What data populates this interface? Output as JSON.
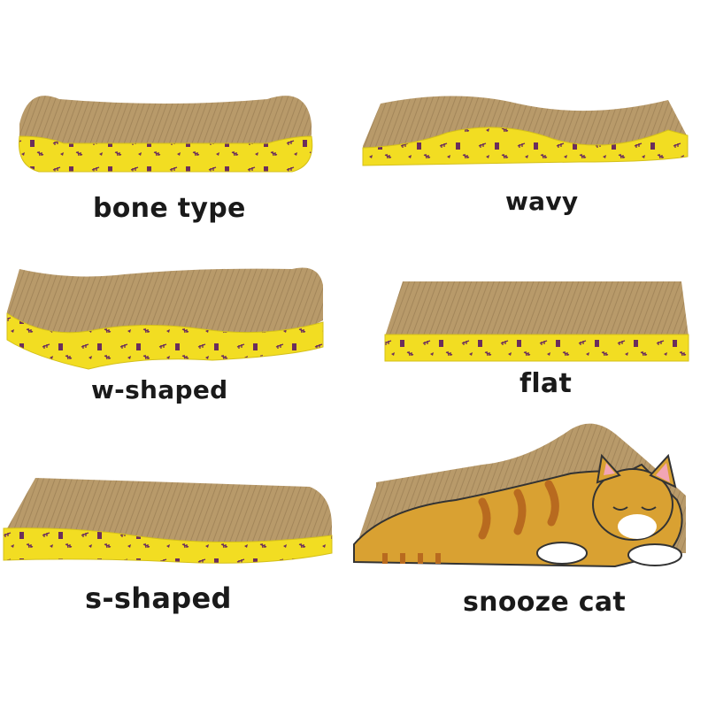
{
  "products": [
    {
      "id": "bone",
      "label": "bone type"
    },
    {
      "id": "wavy",
      "label": "wavy"
    },
    {
      "id": "w",
      "label": "w-shaped"
    },
    {
      "id": "flat",
      "label": "flat"
    },
    {
      "id": "s",
      "label": "s-shaped"
    },
    {
      "id": "cat",
      "label": "snooze cat"
    }
  ],
  "colors": {
    "cardboard": "#b89a6a",
    "cardboard_dark": "#8f7248",
    "band_yellow": "#f2dd22",
    "pattern_purple": "#6b2e5c",
    "cat_orange": "#d9a132",
    "cat_stripe": "#b86a1f"
  }
}
